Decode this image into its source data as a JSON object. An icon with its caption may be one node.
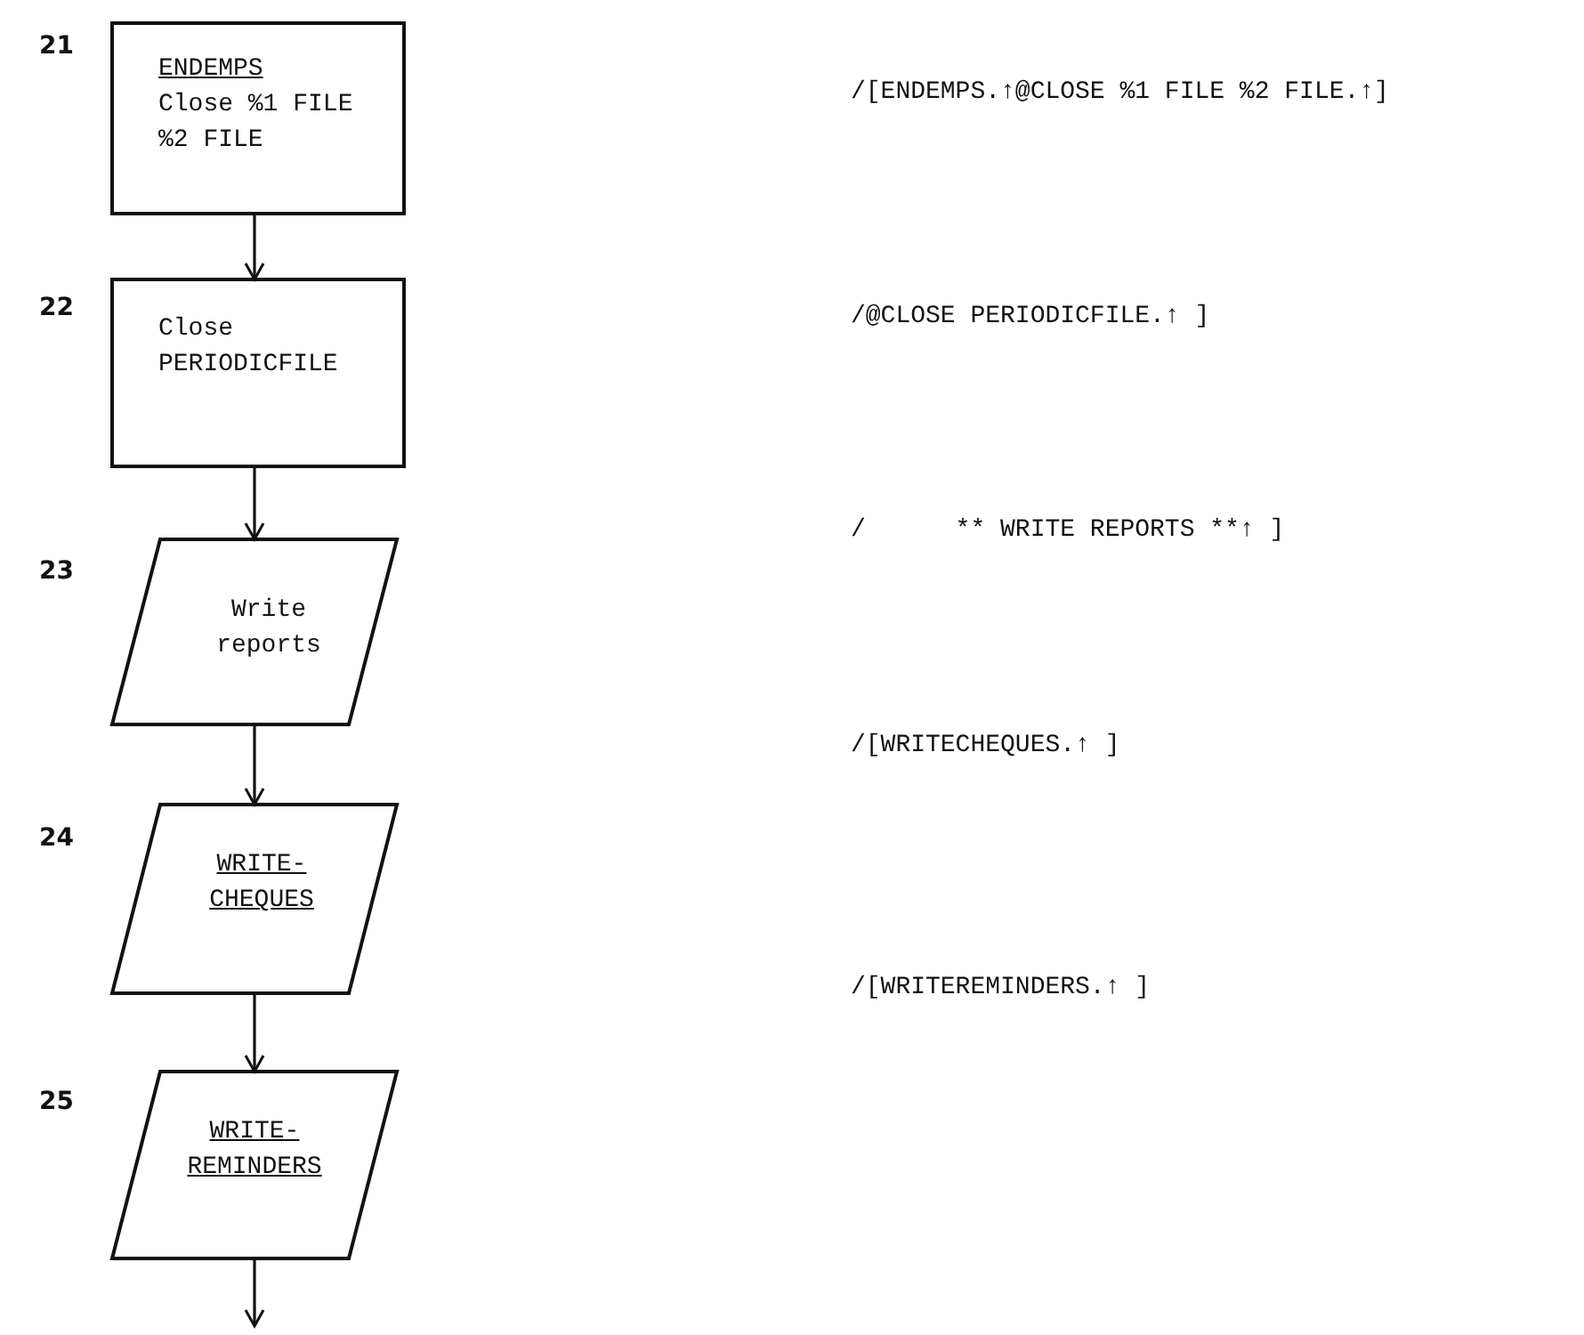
{
  "diagram": {
    "nodes": [
      {
        "text": [
          "ENDEMPS",
          "Close %1 FILE %2 FILE"
        ],
        "beside": [
          "21"
        ]
      },
      {
        "text": [
          "Close PERIODICFILE"
        ],
        "beside": [
          "22"
        ]
      },
      {
        "text": [
          "Write reports"
        ],
        "beside": [
          "23"
        ]
      },
      {
        "text": [
          "WRITE- CHEQUES"
        ],
        "beside": [
          "24"
        ]
      },
      {
        "text": [
          "WRITE- REMINDERS"
        ],
        "beside": [
          "25"
        ]
      }
    ],
    "edges": [
      {
        "from": 0,
        "to": 1,
        "arrow": "to"
      },
      {
        "from": 1,
        "to": 2,
        "arrow": "to"
      },
      {
        "from": 2,
        "to": 3,
        "arrow": "to"
      },
      {
        "from": 3,
        "to": 4,
        "arrow": "to"
      },
      {
        "from": 4,
        "to": null,
        "arrow": "to"
      }
    ],
    "labels": [
      "/[ENDEMPS.↑@CLOSE %1 FILE %2 FILE.↑]",
      "/@CLOSE PERIODICFILE.↑ ]",
      "/      ** WRITE REPORTS **↑ ]",
      "/[WRITECHEQUES.↑ ]",
      "/[WRITEREMINDERS.↑ ]"
    ]
  }
}
